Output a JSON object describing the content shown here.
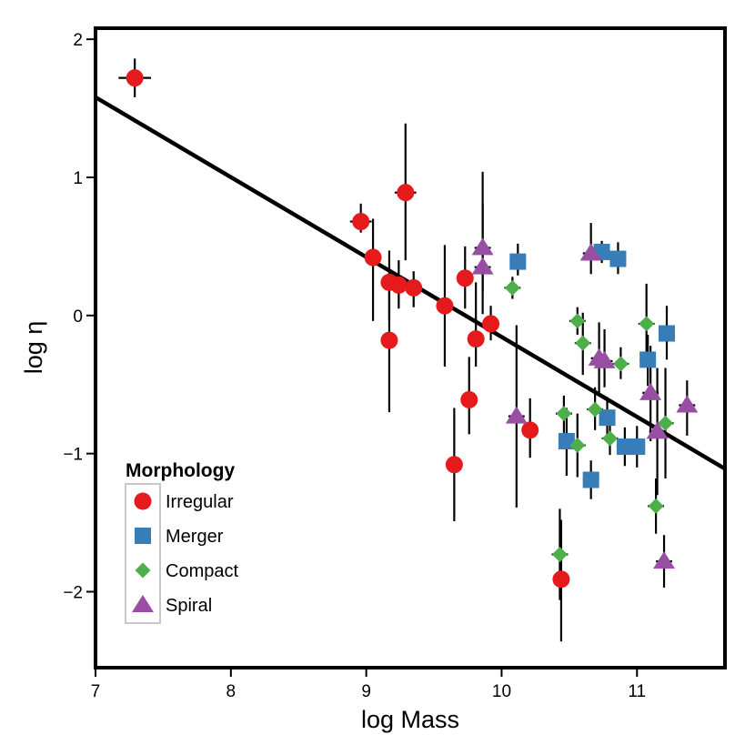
{
  "chart_data": {
    "type": "scatter",
    "title": "",
    "xlabel": "log Mass",
    "ylabel": "log η",
    "xlim": [
      7.0,
      11.65
    ],
    "ylim": [
      -2.55,
      2.08
    ],
    "x_ticks": [
      7,
      8,
      9,
      10,
      11
    ],
    "x_tick_labels": [
      "7",
      "8",
      "9",
      "10",
      "11"
    ],
    "y_ticks": [
      2,
      1,
      0,
      -1,
      -2
    ],
    "y_tick_labels": [
      "2",
      "1",
      "0",
      "−1",
      "−2"
    ],
    "grid": false,
    "fit_line": {
      "x": [
        7.0,
        11.65
      ],
      "y": [
        1.58,
        -1.11
      ]
    },
    "legend": {
      "title": "Morphology",
      "placement": "bottom-left",
      "entries": [
        {
          "name": "Irregular",
          "color": "#e41a1c",
          "marker": "circle"
        },
        {
          "name": "Merger",
          "color": "#377eb8",
          "marker": "square"
        },
        {
          "name": "Compact",
          "color": "#4daf4a",
          "marker": "diamond"
        },
        {
          "name": "Spiral",
          "color": "#984ea3",
          "marker": "triangle"
        }
      ]
    },
    "series": [
      {
        "name": "Irregular",
        "color": "#e41a1c",
        "marker": "circle",
        "points": [
          {
            "x": 7.29,
            "y": 1.72,
            "xerr": 0.12,
            "ylo": 1.58,
            "yhi": 1.86
          },
          {
            "x": 8.96,
            "y": 0.68,
            "xerr": 0.08,
            "ylo": 0.6,
            "yhi": 0.81
          },
          {
            "x": 9.29,
            "y": 0.89,
            "xerr": 0.08,
            "ylo": 0.4,
            "yhi": 1.39
          },
          {
            "x": 9.05,
            "y": 0.42,
            "xerr": 0.06,
            "ylo": -0.04,
            "yhi": 0.7
          },
          {
            "x": 9.17,
            "y": 0.24,
            "xerr": 0.06,
            "ylo": -0.03,
            "yhi": 0.47
          },
          {
            "x": 9.24,
            "y": 0.22,
            "xerr": 0.06,
            "ylo": 0.05,
            "yhi": 0.4
          },
          {
            "x": 9.35,
            "y": 0.2,
            "xerr": 0.06,
            "ylo": 0.06,
            "yhi": 0.32
          },
          {
            "x": 9.17,
            "y": -0.18,
            "xerr": 0.06,
            "ylo": -0.7,
            "yhi": 0.18
          },
          {
            "x": 9.58,
            "y": 0.07,
            "xerr": 0.06,
            "ylo": -0.37,
            "yhi": 0.51
          },
          {
            "x": 9.73,
            "y": 0.27,
            "xerr": 0.06,
            "ylo": 0.05,
            "yhi": 0.5
          },
          {
            "x": 9.81,
            "y": -0.17,
            "xerr": 0.06,
            "ylo": -0.37,
            "yhi": 0.24
          },
          {
            "x": 9.92,
            "y": -0.06,
            "xerr": 0.06,
            "ylo": -0.18,
            "yhi": 0.07
          },
          {
            "x": 9.76,
            "y": -0.61,
            "xerr": 0.06,
            "ylo": -0.86,
            "yhi": -0.3
          },
          {
            "x": 9.65,
            "y": -1.08,
            "xerr": 0.06,
            "ylo": -1.49,
            "yhi": -0.67
          },
          {
            "x": 10.21,
            "y": -0.83,
            "xerr": 0.06,
            "ylo": -1.03,
            "yhi": -0.6
          },
          {
            "x": 10.44,
            "y": -1.91,
            "xerr": 0.06,
            "ylo": -2.36,
            "yhi": -1.48
          }
        ]
      },
      {
        "name": "Merger",
        "color": "#377eb8",
        "marker": "square",
        "points": [
          {
            "x": 10.12,
            "y": 0.39,
            "xerr": 0.06,
            "ylo": 0.29,
            "yhi": 0.52
          },
          {
            "x": 10.74,
            "y": 0.46,
            "xerr": 0.06,
            "ylo": 0.38,
            "yhi": 0.54
          },
          {
            "x": 10.86,
            "y": 0.41,
            "xerr": 0.06,
            "ylo": 0.3,
            "yhi": 0.53
          },
          {
            "x": 11.22,
            "y": -0.13,
            "xerr": 0.06,
            "ylo": -0.32,
            "yhi": 0.07
          },
          {
            "x": 11.08,
            "y": -0.32,
            "xerr": 0.06,
            "ylo": -0.51,
            "yhi": -0.14
          },
          {
            "x": 10.78,
            "y": -0.74,
            "xerr": 0.06,
            "ylo": -0.88,
            "yhi": -0.59
          },
          {
            "x": 10.48,
            "y": -0.91,
            "xerr": 0.06,
            "ylo": -1.16,
            "yhi": -0.67
          },
          {
            "x": 10.91,
            "y": -0.95,
            "xerr": 0.06,
            "ylo": -1.09,
            "yhi": -0.81
          },
          {
            "x": 11.0,
            "y": -0.95,
            "xerr": 0.06,
            "ylo": -1.1,
            "yhi": -0.8
          },
          {
            "x": 10.66,
            "y": -1.19,
            "xerr": 0.06,
            "ylo": -1.33,
            "yhi": -1.05
          }
        ]
      },
      {
        "name": "Compact",
        "color": "#4daf4a",
        "marker": "diamond",
        "points": [
          {
            "x": 10.08,
            "y": 0.2,
            "xerr": 0.06,
            "ylo": 0.12,
            "yhi": 0.28
          },
          {
            "x": 10.56,
            "y": -0.04,
            "xerr": 0.06,
            "ylo": -0.14,
            "yhi": 0.06
          },
          {
            "x": 10.6,
            "y": -0.2,
            "xerr": 0.06,
            "ylo": -0.43,
            "yhi": 0.02
          },
          {
            "x": 10.88,
            "y": -0.35,
            "xerr": 0.06,
            "ylo": -0.46,
            "yhi": -0.23
          },
          {
            "x": 11.07,
            "y": -0.06,
            "xerr": 0.06,
            "ylo": -0.36,
            "yhi": 0.23
          },
          {
            "x": 10.46,
            "y": -0.71,
            "xerr": 0.06,
            "ylo": -0.85,
            "yhi": -0.58
          },
          {
            "x": 10.69,
            "y": -0.68,
            "xerr": 0.06,
            "ylo": -0.83,
            "yhi": -0.52
          },
          {
            "x": 10.56,
            "y": -0.94,
            "xerr": 0.06,
            "ylo": -1.17,
            "yhi": -0.71
          },
          {
            "x": 10.8,
            "y": -0.89,
            "xerr": 0.06,
            "ylo": -1.01,
            "yhi": -0.76
          },
          {
            "x": 11.21,
            "y": -0.78,
            "xerr": 0.06,
            "ylo": -1.18,
            "yhi": -0.38
          },
          {
            "x": 11.14,
            "y": -1.38,
            "xerr": 0.06,
            "ylo": -1.58,
            "yhi": -1.18
          },
          {
            "x": 10.43,
            "y": -1.73,
            "xerr": 0.06,
            "ylo": -2.06,
            "yhi": -1.4
          }
        ]
      },
      {
        "name": "Spiral",
        "color": "#984ea3",
        "marker": "triangle",
        "points": [
          {
            "x": 9.86,
            "y": 0.49,
            "xerr": 0.06,
            "ylo": 0.17,
            "yhi": 0.81
          },
          {
            "x": 9.86,
            "y": 0.35,
            "xerr": 0.06,
            "ylo": 0.01,
            "yhi": 1.04
          },
          {
            "x": 10.66,
            "y": 0.45,
            "xerr": 0.06,
            "ylo": 0.3,
            "yhi": 0.67
          },
          {
            "x": 10.72,
            "y": -0.31,
            "xerr": 0.06,
            "ylo": -0.56,
            "yhi": -0.05
          },
          {
            "x": 10.76,
            "y": -0.33,
            "xerr": 0.06,
            "ylo": -0.52,
            "yhi": -0.1
          },
          {
            "x": 11.1,
            "y": -0.56,
            "xerr": 0.06,
            "ylo": -0.91,
            "yhi": -0.22
          },
          {
            "x": 10.11,
            "y": -0.73,
            "xerr": 0.06,
            "ylo": -1.39,
            "yhi": -0.07
          },
          {
            "x": 11.15,
            "y": -0.84,
            "xerr": 0.06,
            "ylo": -1.3,
            "yhi": -0.38
          },
          {
            "x": 11.37,
            "y": -0.65,
            "xerr": 0.06,
            "ylo": -0.87,
            "yhi": -0.47
          },
          {
            "x": 11.2,
            "y": -1.78,
            "xerr": 0.06,
            "ylo": -1.97,
            "yhi": -1.59
          }
        ]
      }
    ]
  }
}
